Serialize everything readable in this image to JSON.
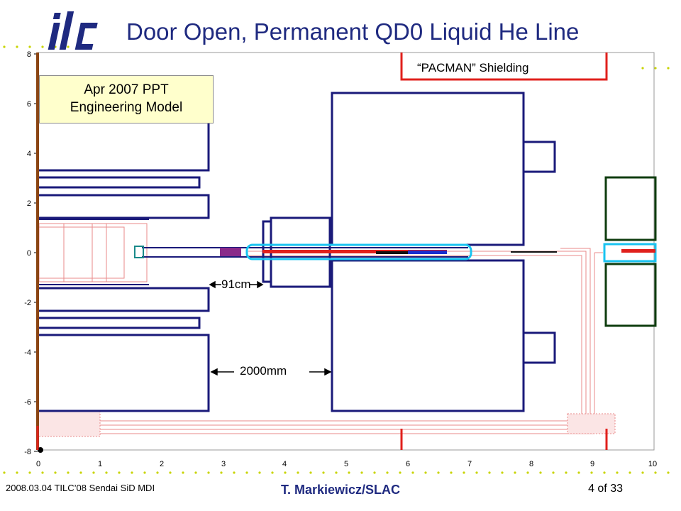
{
  "slide": {
    "title": "Door Open, Permanent QD0 Liquid He Line",
    "logo_text": "ilc"
  },
  "annotations": {
    "model_line1": "Apr 2007 PPT",
    "model_line2": "Engineering Model",
    "pacman": "“PACMAN” Shielding",
    "dim_91": "91cm",
    "dim_2000": "2000mm"
  },
  "axes": {
    "x_ticks": [
      "0",
      "1",
      "2",
      "3",
      "4",
      "5",
      "6",
      "7",
      "8",
      "9",
      "10"
    ],
    "y_ticks": [
      "8",
      "6",
      "4",
      "2",
      "0",
      "-2",
      "-4",
      "-6",
      "-8"
    ]
  },
  "footer": {
    "left": "2008.03.04 TILC’08 Sendai SiD MDI",
    "center": "T. Markiewicz/SLAC",
    "right": "4 of 33"
  },
  "colors": {
    "navy": "#1a1a7a",
    "red": "#e0201c",
    "cyan": "#19c3f0",
    "dark_green": "#0f3d0f",
    "brown": "#8b4513",
    "dots": "#c8d400"
  }
}
